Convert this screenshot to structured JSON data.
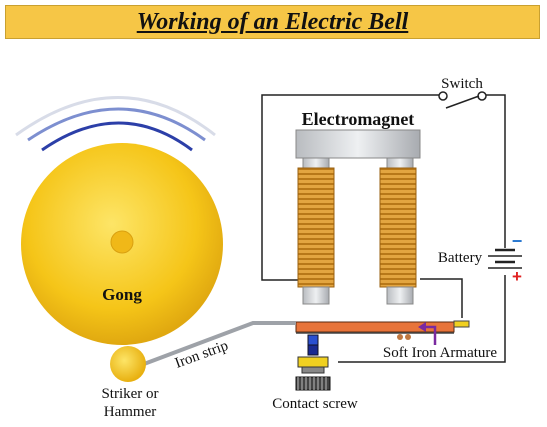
{
  "title": "Working of an Electric Bell",
  "labels": {
    "switch": "Switch",
    "electromagnet": "Electromagnet",
    "battery": "Battery",
    "gong": "Gong",
    "iron_strip": "Iron strip",
    "soft_iron_armature": "Soft Iron Armature",
    "striker_line1": "Striker or",
    "striker_line2": "Hammer",
    "contact_screw": "Contact screw",
    "battery_minus": "−",
    "battery_plus": "+"
  },
  "colors": {
    "title_bg": "#f6c646",
    "gong": "#f5c518",
    "coil": "#e0a030",
    "armature": "#e8743a",
    "minus": "#2a78d0",
    "plus": "#e02020",
    "arrow": "#7a2aa0"
  }
}
